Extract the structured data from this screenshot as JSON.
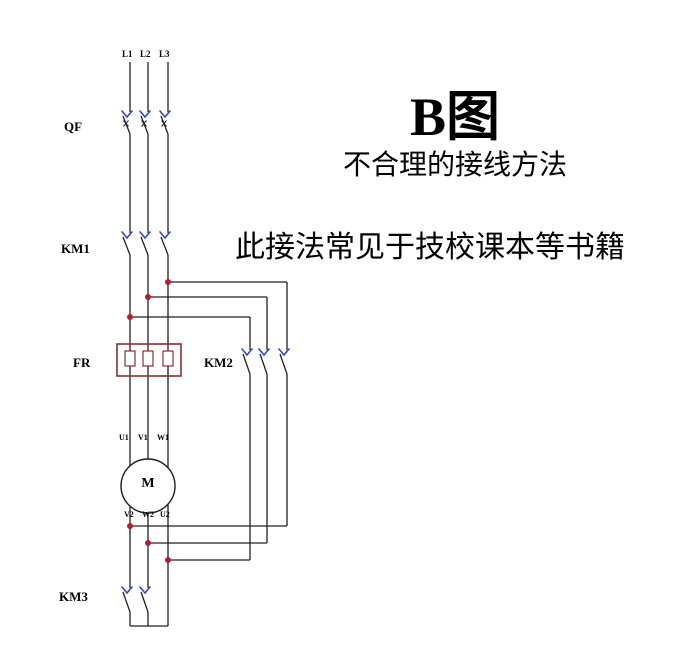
{
  "title": {
    "main": "B图",
    "subtitle": "不合理的接线方法",
    "note": "此接法常见于技校课本等书籍"
  },
  "components": {
    "qf": "QF",
    "km1": "KM1",
    "fr": "FR",
    "km2": "KM2",
    "km3": "KM3",
    "motor": "M"
  },
  "phases": [
    "L1",
    "L2",
    "L3"
  ],
  "motor_terminals_top": [
    "U1",
    "V1",
    "W1"
  ],
  "motor_terminals_bottom": [
    "V2",
    "W2",
    "U2"
  ],
  "colors": {
    "background": "#ffffff",
    "text": "#000000",
    "wire": "#202020",
    "contact_mark": "#3347c4",
    "junction_dot": "#b01f2e",
    "thermal_relay_box": "#8a2f2f"
  }
}
